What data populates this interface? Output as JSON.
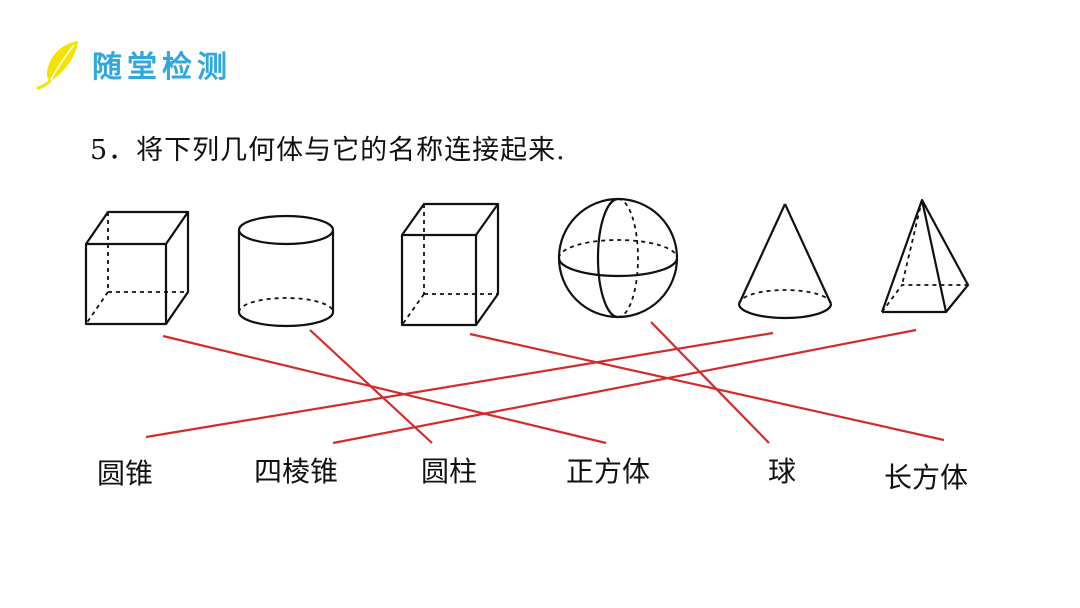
{
  "header": {
    "section_title": "随堂检测",
    "logo_icon": "feather-quill-icon",
    "accent_color": "#2fa8df",
    "logo_color": "#f2e300"
  },
  "question": {
    "text": "5．将下列几何体与它的名称连接起来."
  },
  "solids": [
    "cube-figure",
    "cylinder-figure",
    "cuboid-figure",
    "sphere-figure",
    "cone-figure",
    "square-pyramid-figure"
  ],
  "names": [
    {
      "label": "圆锥"
    },
    {
      "label": "四棱锥"
    },
    {
      "label": "圆柱"
    },
    {
      "label": "正方体"
    },
    {
      "label": "球"
    },
    {
      "label": "长方体"
    }
  ],
  "answer_line_color": "#d42a2a"
}
